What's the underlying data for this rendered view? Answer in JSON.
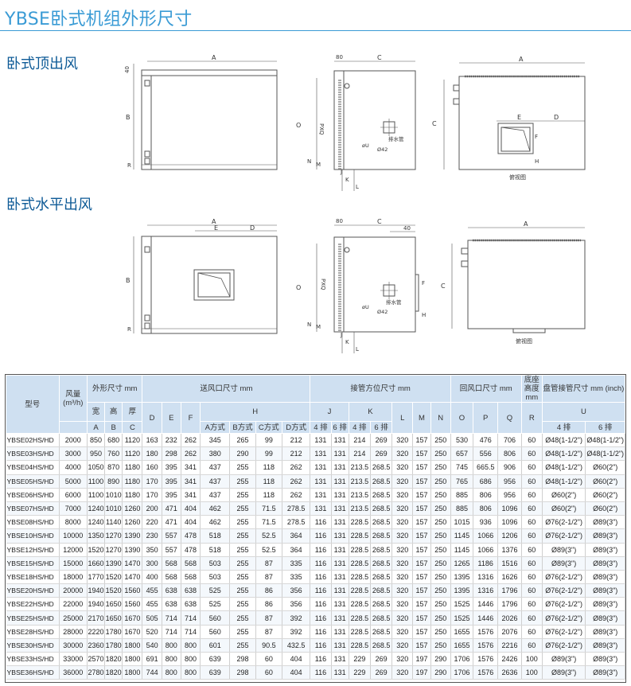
{
  "title": "YBSE卧式机组外形尺寸",
  "sections": {
    "top_outlet": "卧式顶出风",
    "horizontal_outlet": "卧式水平出风"
  },
  "diagram_labels": {
    "A": "A",
    "B": "B",
    "C": "C",
    "D": "D",
    "E": "E",
    "F": "F",
    "H": "H",
    "J": "J",
    "K": "K",
    "L": "L",
    "M": "M",
    "N": "N",
    "O": "O",
    "R": "R",
    "dim40": "40",
    "dim80": "80",
    "pxq": "PXQ",
    "drain": "排水管",
    "phi42": "Ø42",
    "u_mark": "øU",
    "top_view": "俯视图"
  },
  "table": {
    "headers": {
      "model": "型号",
      "airflow": "风量",
      "airflow_unit": "(m³/h)",
      "outer": "外形尺寸 mm",
      "width": "宽",
      "height": "高",
      "depth": "厚",
      "A": "A",
      "B": "B",
      "C": "C",
      "supply": "送风口尺寸 mm",
      "D": "D",
      "E": "E",
      "F": "F",
      "H": "H",
      "h_a": "A方式",
      "h_b": "B方式",
      "h_c": "C方式",
      "h_d": "D方式",
      "pipe_pos": "接管方位尺寸 mm",
      "J": "J",
      "K": "K",
      "L": "L",
      "M": "M",
      "N": "N",
      "row4": "4 排",
      "row6": "6 排",
      "return": "回风口尺寸 mm",
      "O": "O",
      "P": "P",
      "Q": "Q",
      "base": "底座高度mm",
      "R": "R",
      "coil": "盘管接管尺寸 mm (inch)",
      "U": "U",
      "u4": "4 排",
      "u6": "6 排"
    },
    "rows": [
      [
        "YBSE02HS/HD",
        "2000",
        "850",
        "680",
        "1120",
        "163",
        "232",
        "262",
        "345",
        "265",
        "99",
        "212",
        "131",
        "131",
        "214",
        "269",
        "320",
        "157",
        "250",
        "530",
        "476",
        "706",
        "60",
        "Ø48(1-1/2\")",
        "Ø48(1-1/2\")"
      ],
      [
        "YBSE03HS/HD",
        "3000",
        "950",
        "760",
        "1120",
        "180",
        "298",
        "262",
        "380",
        "290",
        "99",
        "212",
        "131",
        "131",
        "214",
        "269",
        "320",
        "157",
        "250",
        "657",
        "556",
        "806",
        "60",
        "Ø48(1-1/2\")",
        "Ø48(1-1/2\")"
      ],
      [
        "YBSE04HS/HD",
        "4000",
        "1050",
        "870",
        "1180",
        "160",
        "395",
        "341",
        "437",
        "255",
        "118",
        "262",
        "131",
        "131",
        "213.5",
        "268.5",
        "320",
        "157",
        "250",
        "745",
        "665.5",
        "906",
        "60",
        "Ø48(1-1/2\")",
        "Ø60(2\")"
      ],
      [
        "YBSE05HS/HD",
        "5000",
        "1100",
        "890",
        "1180",
        "170",
        "395",
        "341",
        "437",
        "255",
        "118",
        "262",
        "131",
        "131",
        "213.5",
        "268.5",
        "320",
        "157",
        "250",
        "765",
        "686",
        "956",
        "60",
        "Ø48(1-1/2\")",
        "Ø60(2\")"
      ],
      [
        "YBSE06HS/HD",
        "6000",
        "1100",
        "1010",
        "1180",
        "170",
        "395",
        "341",
        "437",
        "255",
        "118",
        "262",
        "131",
        "131",
        "213.5",
        "268.5",
        "320",
        "157",
        "250",
        "885",
        "806",
        "956",
        "60",
        "Ø60(2\")",
        "Ø60(2\")"
      ],
      [
        "YBSE07HS/HD",
        "7000",
        "1240",
        "1010",
        "1260",
        "200",
        "471",
        "404",
        "462",
        "255",
        "71.5",
        "278.5",
        "131",
        "131",
        "213.5",
        "268.5",
        "320",
        "157",
        "250",
        "885",
        "806",
        "1096",
        "60",
        "Ø60(2\")",
        "Ø60(2\")"
      ],
      [
        "YBSE08HS/HD",
        "8000",
        "1240",
        "1140",
        "1260",
        "220",
        "471",
        "404",
        "462",
        "255",
        "71.5",
        "278.5",
        "116",
        "131",
        "228.5",
        "268.5",
        "320",
        "157",
        "250",
        "1015",
        "936",
        "1096",
        "60",
        "Ø76(2-1/2\")",
        "Ø89(3\")"
      ],
      [
        "YBSE10HS/HD",
        "10000",
        "1350",
        "1270",
        "1390",
        "230",
        "557",
        "478",
        "518",
        "255",
        "52.5",
        "364",
        "116",
        "131",
        "228.5",
        "268.5",
        "320",
        "157",
        "250",
        "1145",
        "1066",
        "1206",
        "60",
        "Ø76(2-1/2\")",
        "Ø89(3\")"
      ],
      [
        "YBSE12HS/HD",
        "12000",
        "1520",
        "1270",
        "1390",
        "350",
        "557",
        "478",
        "518",
        "255",
        "52.5",
        "364",
        "116",
        "131",
        "228.5",
        "268.5",
        "320",
        "157",
        "250",
        "1145",
        "1066",
        "1376",
        "60",
        "Ø89(3\")",
        "Ø89(3\")"
      ],
      [
        "YBSE15HS/HD",
        "15000",
        "1660",
        "1390",
        "1470",
        "300",
        "568",
        "568",
        "503",
        "255",
        "87",
        "335",
        "116",
        "131",
        "228.5",
        "268.5",
        "320",
        "157",
        "250",
        "1265",
        "1186",
        "1516",
        "60",
        "Ø89(3\")",
        "Ø89(3\")"
      ],
      [
        "YBSE18HS/HD",
        "18000",
        "1770",
        "1520",
        "1470",
        "400",
        "568",
        "568",
        "503",
        "255",
        "87",
        "335",
        "116",
        "131",
        "228.5",
        "268.5",
        "320",
        "157",
        "250",
        "1395",
        "1316",
        "1626",
        "60",
        "Ø76(2-1/2\")",
        "Ø89(3\")"
      ],
      [
        "YBSE20HS/HD",
        "20000",
        "1940",
        "1520",
        "1560",
        "455",
        "638",
        "638",
        "525",
        "255",
        "86",
        "356",
        "116",
        "131",
        "228.5",
        "268.5",
        "320",
        "157",
        "250",
        "1395",
        "1316",
        "1796",
        "60",
        "Ø76(2-1/2\")",
        "Ø89(3\")"
      ],
      [
        "YBSE22HS/HD",
        "22000",
        "1940",
        "1650",
        "1560",
        "455",
        "638",
        "638",
        "525",
        "255",
        "86",
        "356",
        "116",
        "131",
        "228.5",
        "268.5",
        "320",
        "157",
        "250",
        "1525",
        "1446",
        "1796",
        "60",
        "Ø76(2-1/2\")",
        "Ø89(3\")"
      ],
      [
        "YBSE25HS/HD",
        "25000",
        "2170",
        "1650",
        "1670",
        "505",
        "714",
        "714",
        "560",
        "255",
        "87",
        "392",
        "116",
        "131",
        "228.5",
        "268.5",
        "320",
        "157",
        "250",
        "1525",
        "1446",
        "2026",
        "60",
        "Ø76(2-1/2\")",
        "Ø89(3\")"
      ],
      [
        "YBSE28HS/HD",
        "28000",
        "2220",
        "1780",
        "1670",
        "520",
        "714",
        "714",
        "560",
        "255",
        "87",
        "392",
        "116",
        "131",
        "228.5",
        "268.5",
        "320",
        "157",
        "250",
        "1655",
        "1576",
        "2076",
        "60",
        "Ø76(2-1/2\")",
        "Ø89(3\")"
      ],
      [
        "YBSE30HS/HD",
        "30000",
        "2360",
        "1780",
        "1800",
        "540",
        "800",
        "800",
        "601",
        "255",
        "90.5",
        "432.5",
        "116",
        "131",
        "228.5",
        "268.5",
        "320",
        "157",
        "250",
        "1655",
        "1576",
        "2216",
        "60",
        "Ø76(2-1/2\")",
        "Ø89(3\")"
      ],
      [
        "YBSE33HS/HD",
        "33000",
        "2570",
        "1820",
        "1800",
        "691",
        "800",
        "800",
        "639",
        "298",
        "60",
        "404",
        "116",
        "131",
        "229",
        "269",
        "320",
        "197",
        "290",
        "1706",
        "1576",
        "2426",
        "100",
        "Ø89(3\")",
        "Ø89(3\")"
      ],
      [
        "YBSE36HS/HD",
        "36000",
        "2780",
        "1820",
        "1800",
        "744",
        "800",
        "800",
        "639",
        "298",
        "60",
        "404",
        "116",
        "131",
        "229",
        "269",
        "320",
        "197",
        "290",
        "1706",
        "1576",
        "2636",
        "100",
        "Ø89(3\")",
        "Ø89(3\")"
      ]
    ]
  }
}
